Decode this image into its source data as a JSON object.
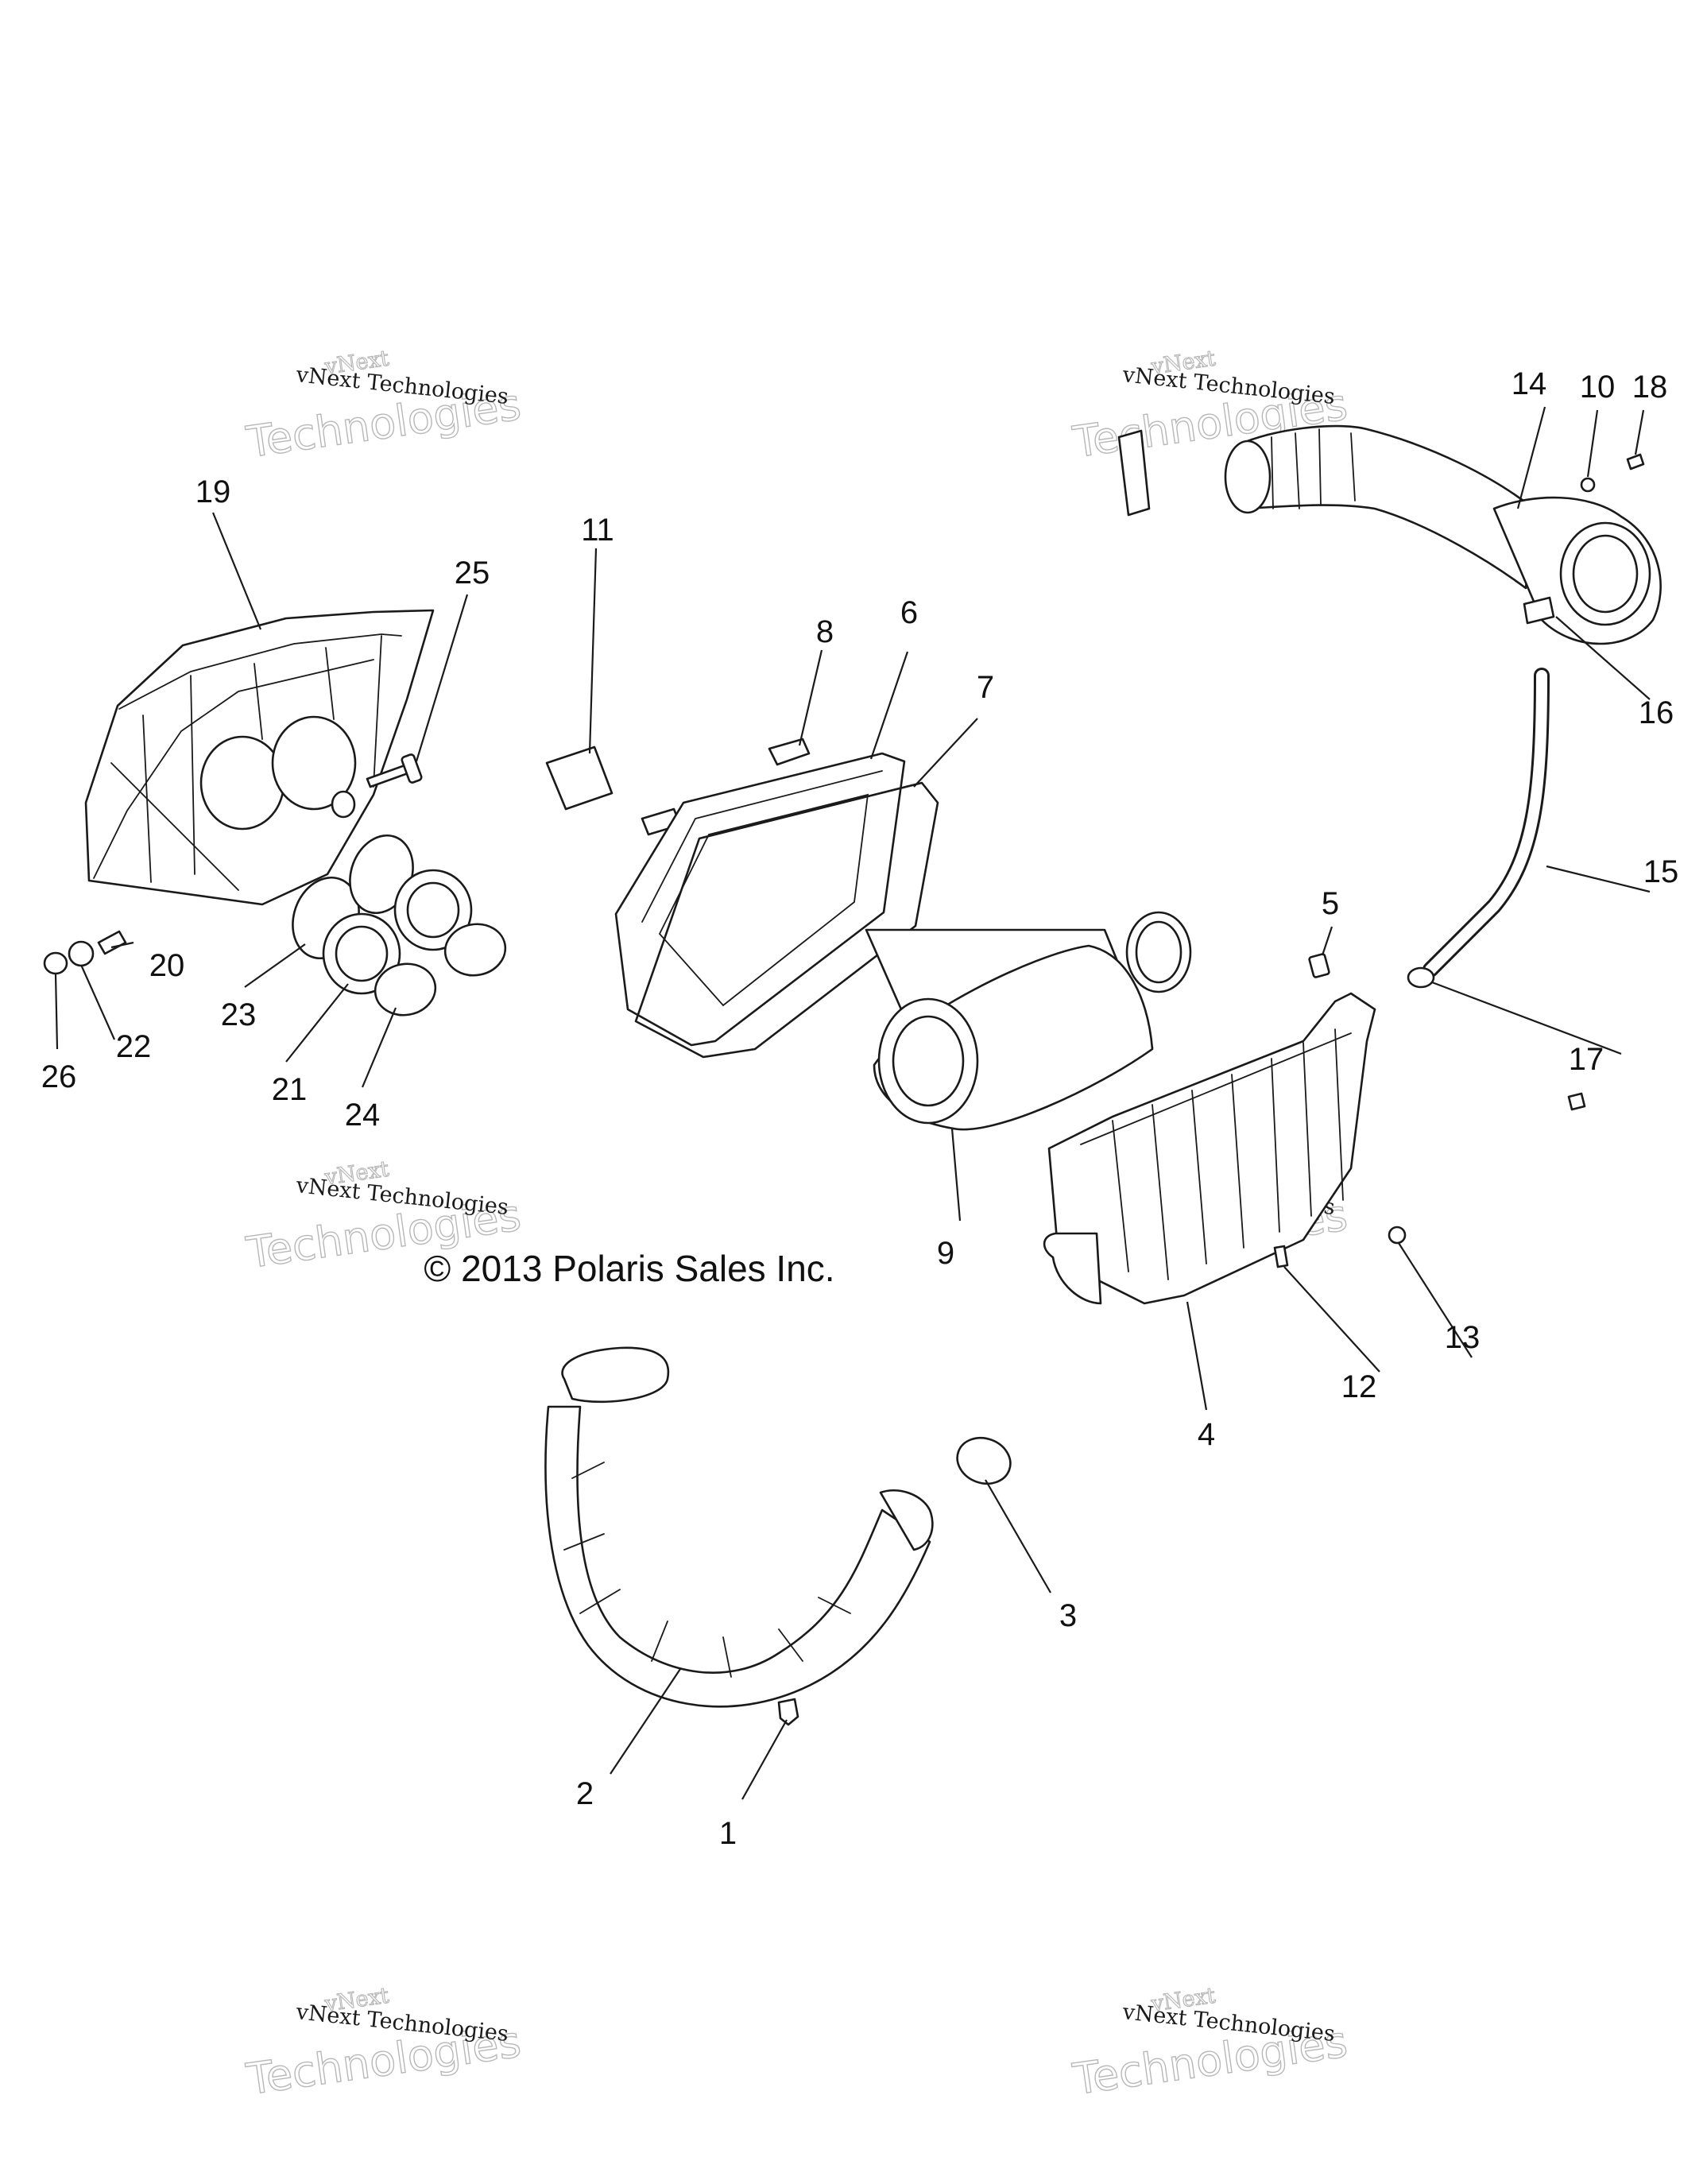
{
  "callouts": [
    "1",
    "2",
    "3",
    "4",
    "5",
    "6",
    "7",
    "8",
    "9",
    "10",
    "11",
    "12",
    "13",
    "14",
    "15",
    "16",
    "17",
    "18",
    "19",
    "20",
    "21",
    "22",
    "23",
    "24",
    "25",
    "26"
  ],
  "copyright": "© 2013 Polaris Sales Inc.",
  "watermark": {
    "line1": "vNext",
    "line2": "vNext Technologies",
    "line3": "Technologies"
  },
  "colors": {
    "line": "#1a1a1a",
    "watermark": "#b5b5b5",
    "background": "#ffffff"
  }
}
